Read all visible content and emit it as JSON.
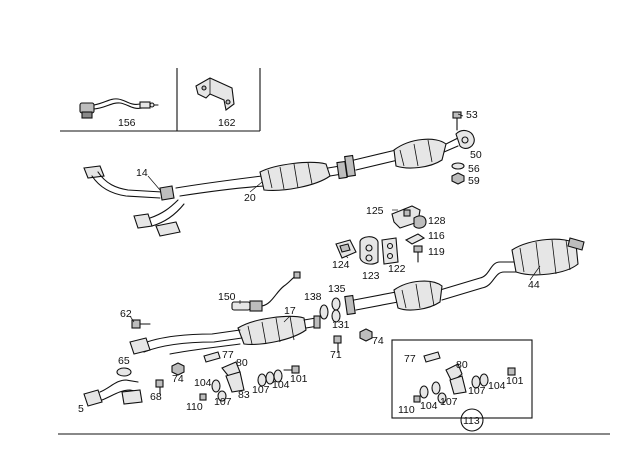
{
  "labels": {
    "l156": "156",
    "l162": "162",
    "l14": "14",
    "l20": "20",
    "l53": "53",
    "l50": "50",
    "l56": "56",
    "l59": "59",
    "l125": "125",
    "l128": "128",
    "l116": "116",
    "l119": "119",
    "l124": "124",
    "l123": "123",
    "l122": "122",
    "l44": "44",
    "l150": "150",
    "l17": "17",
    "l138": "138",
    "l135": "135",
    "l131": "131",
    "l62": "62",
    "l71": "71",
    "l74a": "74",
    "l65": "65",
    "l77a": "77",
    "l80a": "80",
    "l74b": "74",
    "l68": "68",
    "l104a": "104",
    "l83": "83",
    "l107a": "107",
    "l104b": "104",
    "l101a": "101",
    "l110a": "110",
    "l107b": "107",
    "l5": "5",
    "l77b": "77",
    "l80b": "80",
    "l107c": "107",
    "l104c": "104",
    "l101b": "101",
    "l110b": "110",
    "l104d": "104",
    "l107d": "107",
    "l113": "113"
  }
}
